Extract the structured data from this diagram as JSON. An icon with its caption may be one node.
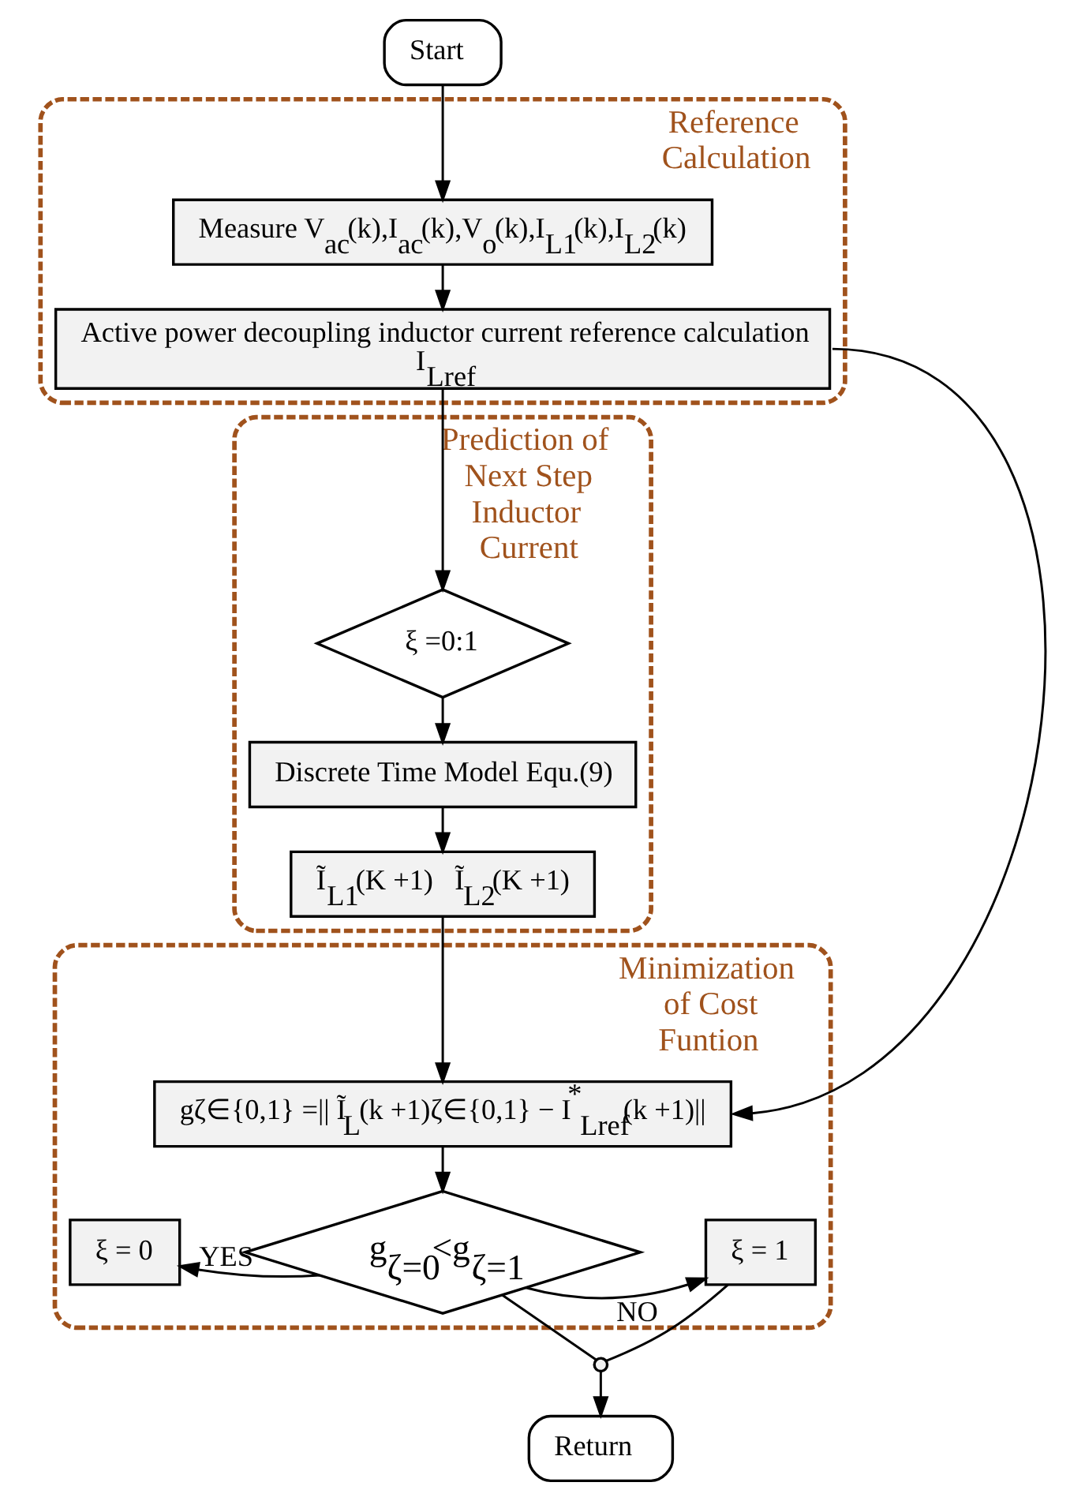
{
  "diagram": {
    "nodes": [
      {
        "text": [
          "Start"
        ]
      },
      {
        "text": [
          "Reference Calculation"
        ]
      },
      {
        "text": [
          "Measure V$_{ac}$(k),I$_{ac}$(k),V$_{o}$(k),I$_{L1}$(k),I$_{L2}$(k)"
        ],
        "in": 1
      },
      {
        "text": [
          "Active power decoupling inductor current reference calculation",
          "I$_{Lref}$"
        ],
        "in": 1
      },
      {
        "text": [
          "Prediction of Next Step Inductor Current"
        ]
      },
      {
        "text": [
          "ξ =0:1"
        ],
        "in": 4
      },
      {
        "text": [
          "Discrete Time Model Equ.(9)"
        ],
        "in": 4
      },
      {
        "text": [
          "Ĩ$_{L1}$(K +1)   Ĩ$_{L2}$(K +1)"
        ],
        "in": 4
      },
      {
        "text": [
          "Minimization of Cost Funtion"
        ]
      },
      {
        "text": [
          "gζ∈{0,1} =|| Ĩ$_{L}$(k +1)ζ∈{0,1} − I$^{*}$$_{Lref}$(k +1)||"
        ],
        "in": 8
      },
      {
        "text": [
          "g$_{ζ=0}$<g$_{ζ=1}$"
        ],
        "in": 8
      },
      {
        "text": [
          "ξ = 0"
        ],
        "in": 8
      },
      {
        "text": [
          "ξ = 1"
        ],
        "in": 8
      },
      {
        "text": [],
        "shape": "circle"
      },
      {
        "text": [
          "Return"
        ]
      }
    ],
    "edges": [
      {
        "from": 0,
        "to": 2,
        "arrow": "to"
      },
      {
        "from": 2,
        "to": 3,
        "arrow": "to"
      },
      {
        "from": 3,
        "to": 5,
        "arrow": "to"
      },
      {
        "from": 3,
        "to": 9,
        "arrow": "to"
      },
      {
        "from": 5,
        "to": 6,
        "arrow": "to"
      },
      {
        "from": 6,
        "to": 7,
        "arrow": "to"
      },
      {
        "from": 7,
        "to": 9,
        "arrow": "to"
      },
      {
        "from": 9,
        "to": 10,
        "arrow": "to"
      },
      {
        "from": 10,
        "to": 11,
        "label": "YES",
        "arrow": "to"
      },
      {
        "from": 10,
        "to": 12,
        "label": "NO",
        "arrow": "to"
      },
      {
        "from": 12,
        "to": 13,
        "arrow": "none"
      },
      {
        "from": 10,
        "to": 13,
        "arrow": "none"
      },
      {
        "from": 13,
        "to": 14,
        "arrow": "to"
      }
    ]
  }
}
